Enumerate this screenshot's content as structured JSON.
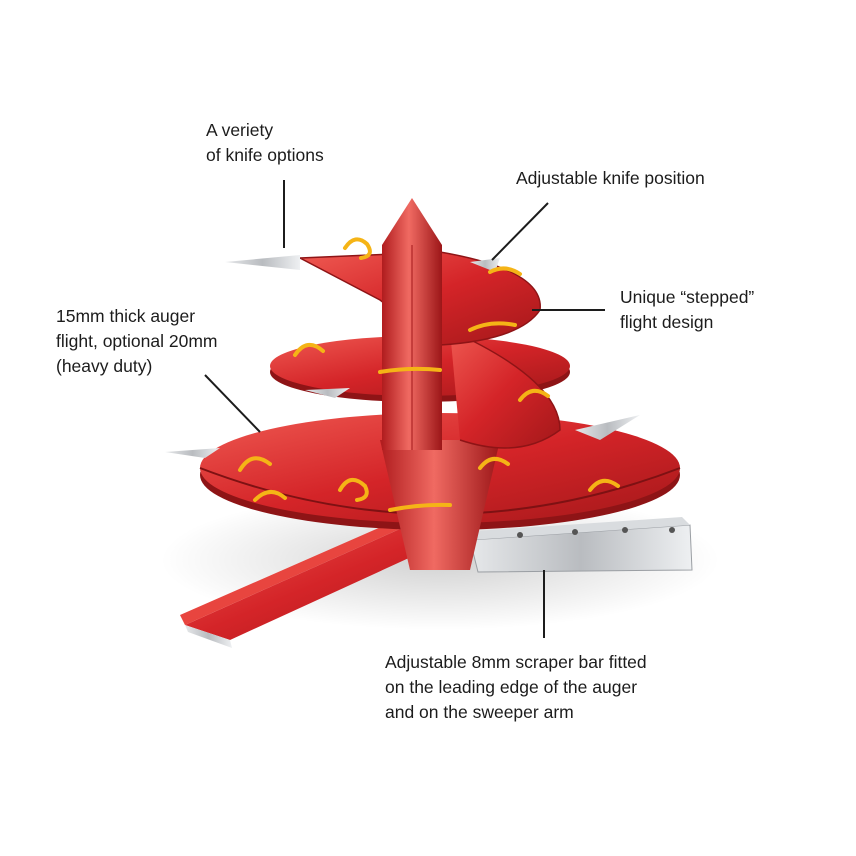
{
  "colors": {
    "auger_red": "#d42428",
    "auger_red_dark": "#9c1618",
    "auger_red_light": "#ee5a52",
    "flow_arrow_yellow": "#f5b416",
    "steel_grey": "#c8cbcf",
    "leader_line": "#1c1c1c"
  },
  "callouts": {
    "knife_options": {
      "line1": "A veriety",
      "line2": "of knife options"
    },
    "knife_position": {
      "line1": "Adjustable knife position"
    },
    "stepped_flight": {
      "line1": "Unique “stepped”",
      "line2": "flight design"
    },
    "auger_flight": {
      "line1": "15mm thick auger",
      "line2": "flight, optional 20mm",
      "line3": "(heavy duty)"
    },
    "scraper_bar": {
      "line1": "Adjustable 8mm scraper bar fitted",
      "line2": "on the leading edge of the auger",
      "line3": "and on the sweeper arm"
    }
  }
}
